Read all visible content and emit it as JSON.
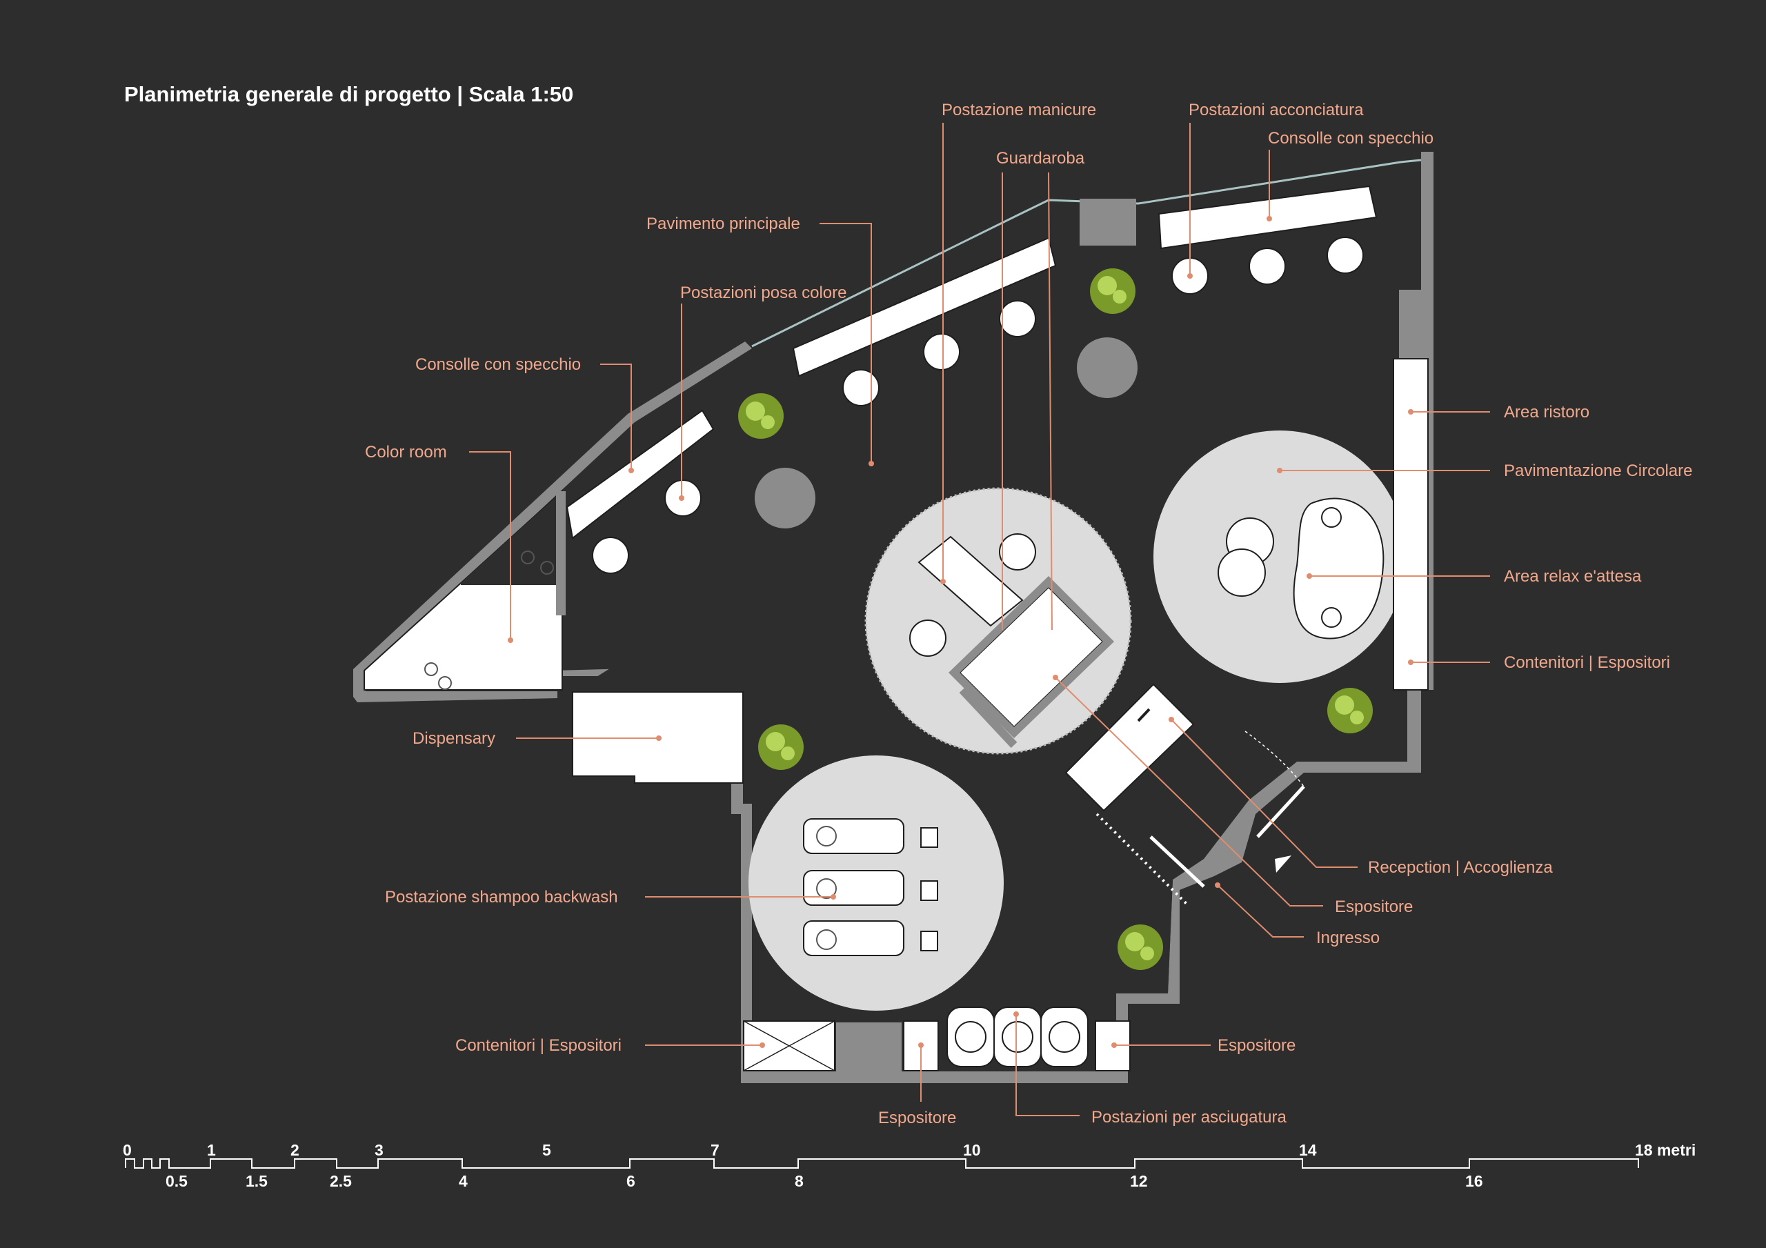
{
  "title": "Planimetria generale di progetto | Scala 1:50",
  "labels": {
    "postazione_manicure": "Postazione manicure",
    "postazioni_acconciatura": "Postazioni acconciatura",
    "consolle_specchio_top": "Consolle con specchio",
    "guardaroba": "Guardaroba",
    "pavimento_principale": "Pavimento principale",
    "postazioni_posa_colore": "Postazioni posa colore",
    "consolle_specchio_left": "Consolle con specchio",
    "color_room": "Color room",
    "area_ristoro": "Area ristoro",
    "pavimentazione_circolare": "Pavimentazione Circolare",
    "area_relax": "Area relax e'attesa",
    "contenitori_right": "Contenitori | Espositori",
    "dispensary": "Dispensary",
    "reception": "Recepction | Accoglienza",
    "espositore_mid": "Espositore",
    "ingresso": "Ingresso",
    "shampoo": "Postazione shampoo backwash",
    "contenitori_bottom": "Contenitori | Espositori",
    "espositore_bottom_right": "Espositore",
    "espositore_bottom": "Espositore",
    "asciugatura": "Postazioni per asciugatura"
  },
  "scale_bar": {
    "top_ticks": [
      "0",
      "1",
      "2",
      "3",
      "5",
      "7",
      "10",
      "14",
      "18 metri"
    ],
    "bottom_ticks": [
      "0.5",
      "1.5",
      "2.5",
      "4",
      "6",
      "8",
      "12",
      "16"
    ]
  },
  "colors": {
    "background": "#2d2d2d",
    "label": "#f2a88c",
    "wall": "#8c8c8c",
    "circular_floor": "#dcdcdc"
  }
}
